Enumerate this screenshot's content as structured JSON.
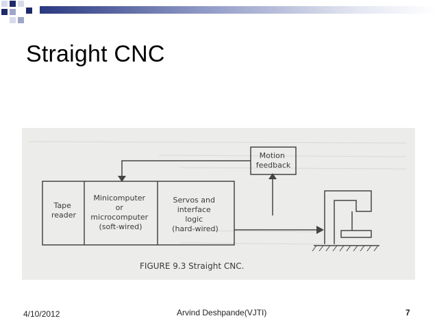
{
  "slide": {
    "title": "Straight CNC",
    "footer": {
      "date": "4/10/2012",
      "author": "Arvind Deshpande(VJTI)",
      "page_number": "7"
    }
  },
  "figure": {
    "caption": "FIGURE 9.3   Straight CNC.",
    "blocks": {
      "tape_reader": [
        "Tape",
        "reader"
      ],
      "minicomputer": [
        "Minicomputer",
        "or",
        "microcomputer",
        "(soft-wired)"
      ],
      "servos": [
        "Servos and",
        "interface",
        "logic",
        "(hard-wired)"
      ],
      "motion_feedback": [
        "Motion",
        "feedback"
      ]
    }
  },
  "colors": {
    "navy": "#1f2a6b",
    "figure_background": "#ececea",
    "ink": "#3a3a3a"
  }
}
